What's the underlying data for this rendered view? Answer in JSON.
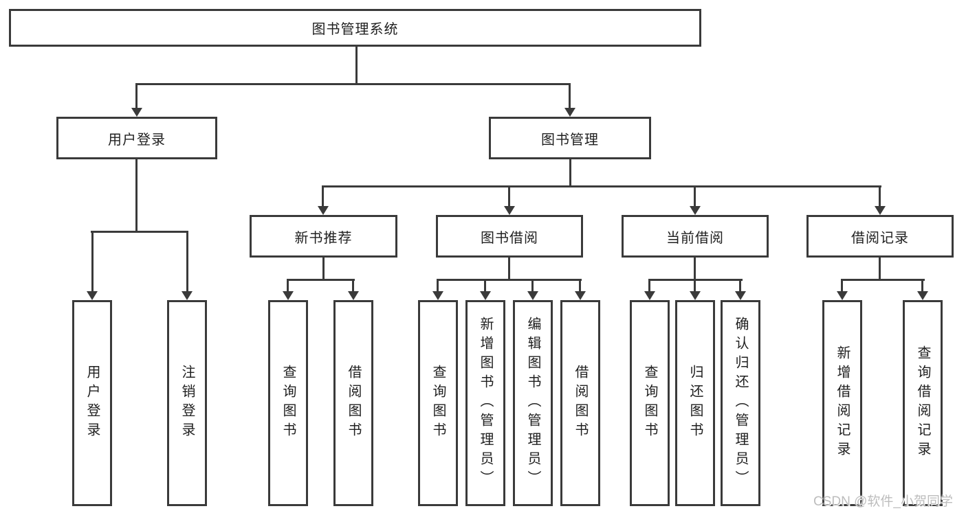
{
  "root": {
    "label": "图书管理系统"
  },
  "level2": [
    {
      "label": "用户登录",
      "children": [
        {
          "label": "用户登录"
        },
        {
          "label": "注销登录"
        }
      ]
    },
    {
      "label": "图书管理",
      "children": [
        {
          "label": "新书推荐",
          "children": [
            {
              "label": "查询图书"
            },
            {
              "label": "借阅图书"
            }
          ]
        },
        {
          "label": "图书借阅",
          "children": [
            {
              "label": "查询图书"
            },
            {
              "label": "新增图书（管理员）"
            },
            {
              "label": "编辑图书（管理员）"
            },
            {
              "label": "借阅图书"
            }
          ]
        },
        {
          "label": "当前借阅",
          "children": [
            {
              "label": "查询图书"
            },
            {
              "label": "归还图书"
            },
            {
              "label": "确认归还（管理员）"
            }
          ]
        },
        {
          "label": "借阅记录",
          "children": [
            {
              "label": "新增借阅记录"
            },
            {
              "label": "查询借阅记录"
            }
          ]
        }
      ]
    }
  ],
  "watermark": {
    "text": "CSDN @软件_小贺同学"
  },
  "colors": {
    "line": "#3a3a3a",
    "text": "#1f1f1f",
    "background": "#ffffff",
    "watermark": "#bdbdbd"
  }
}
